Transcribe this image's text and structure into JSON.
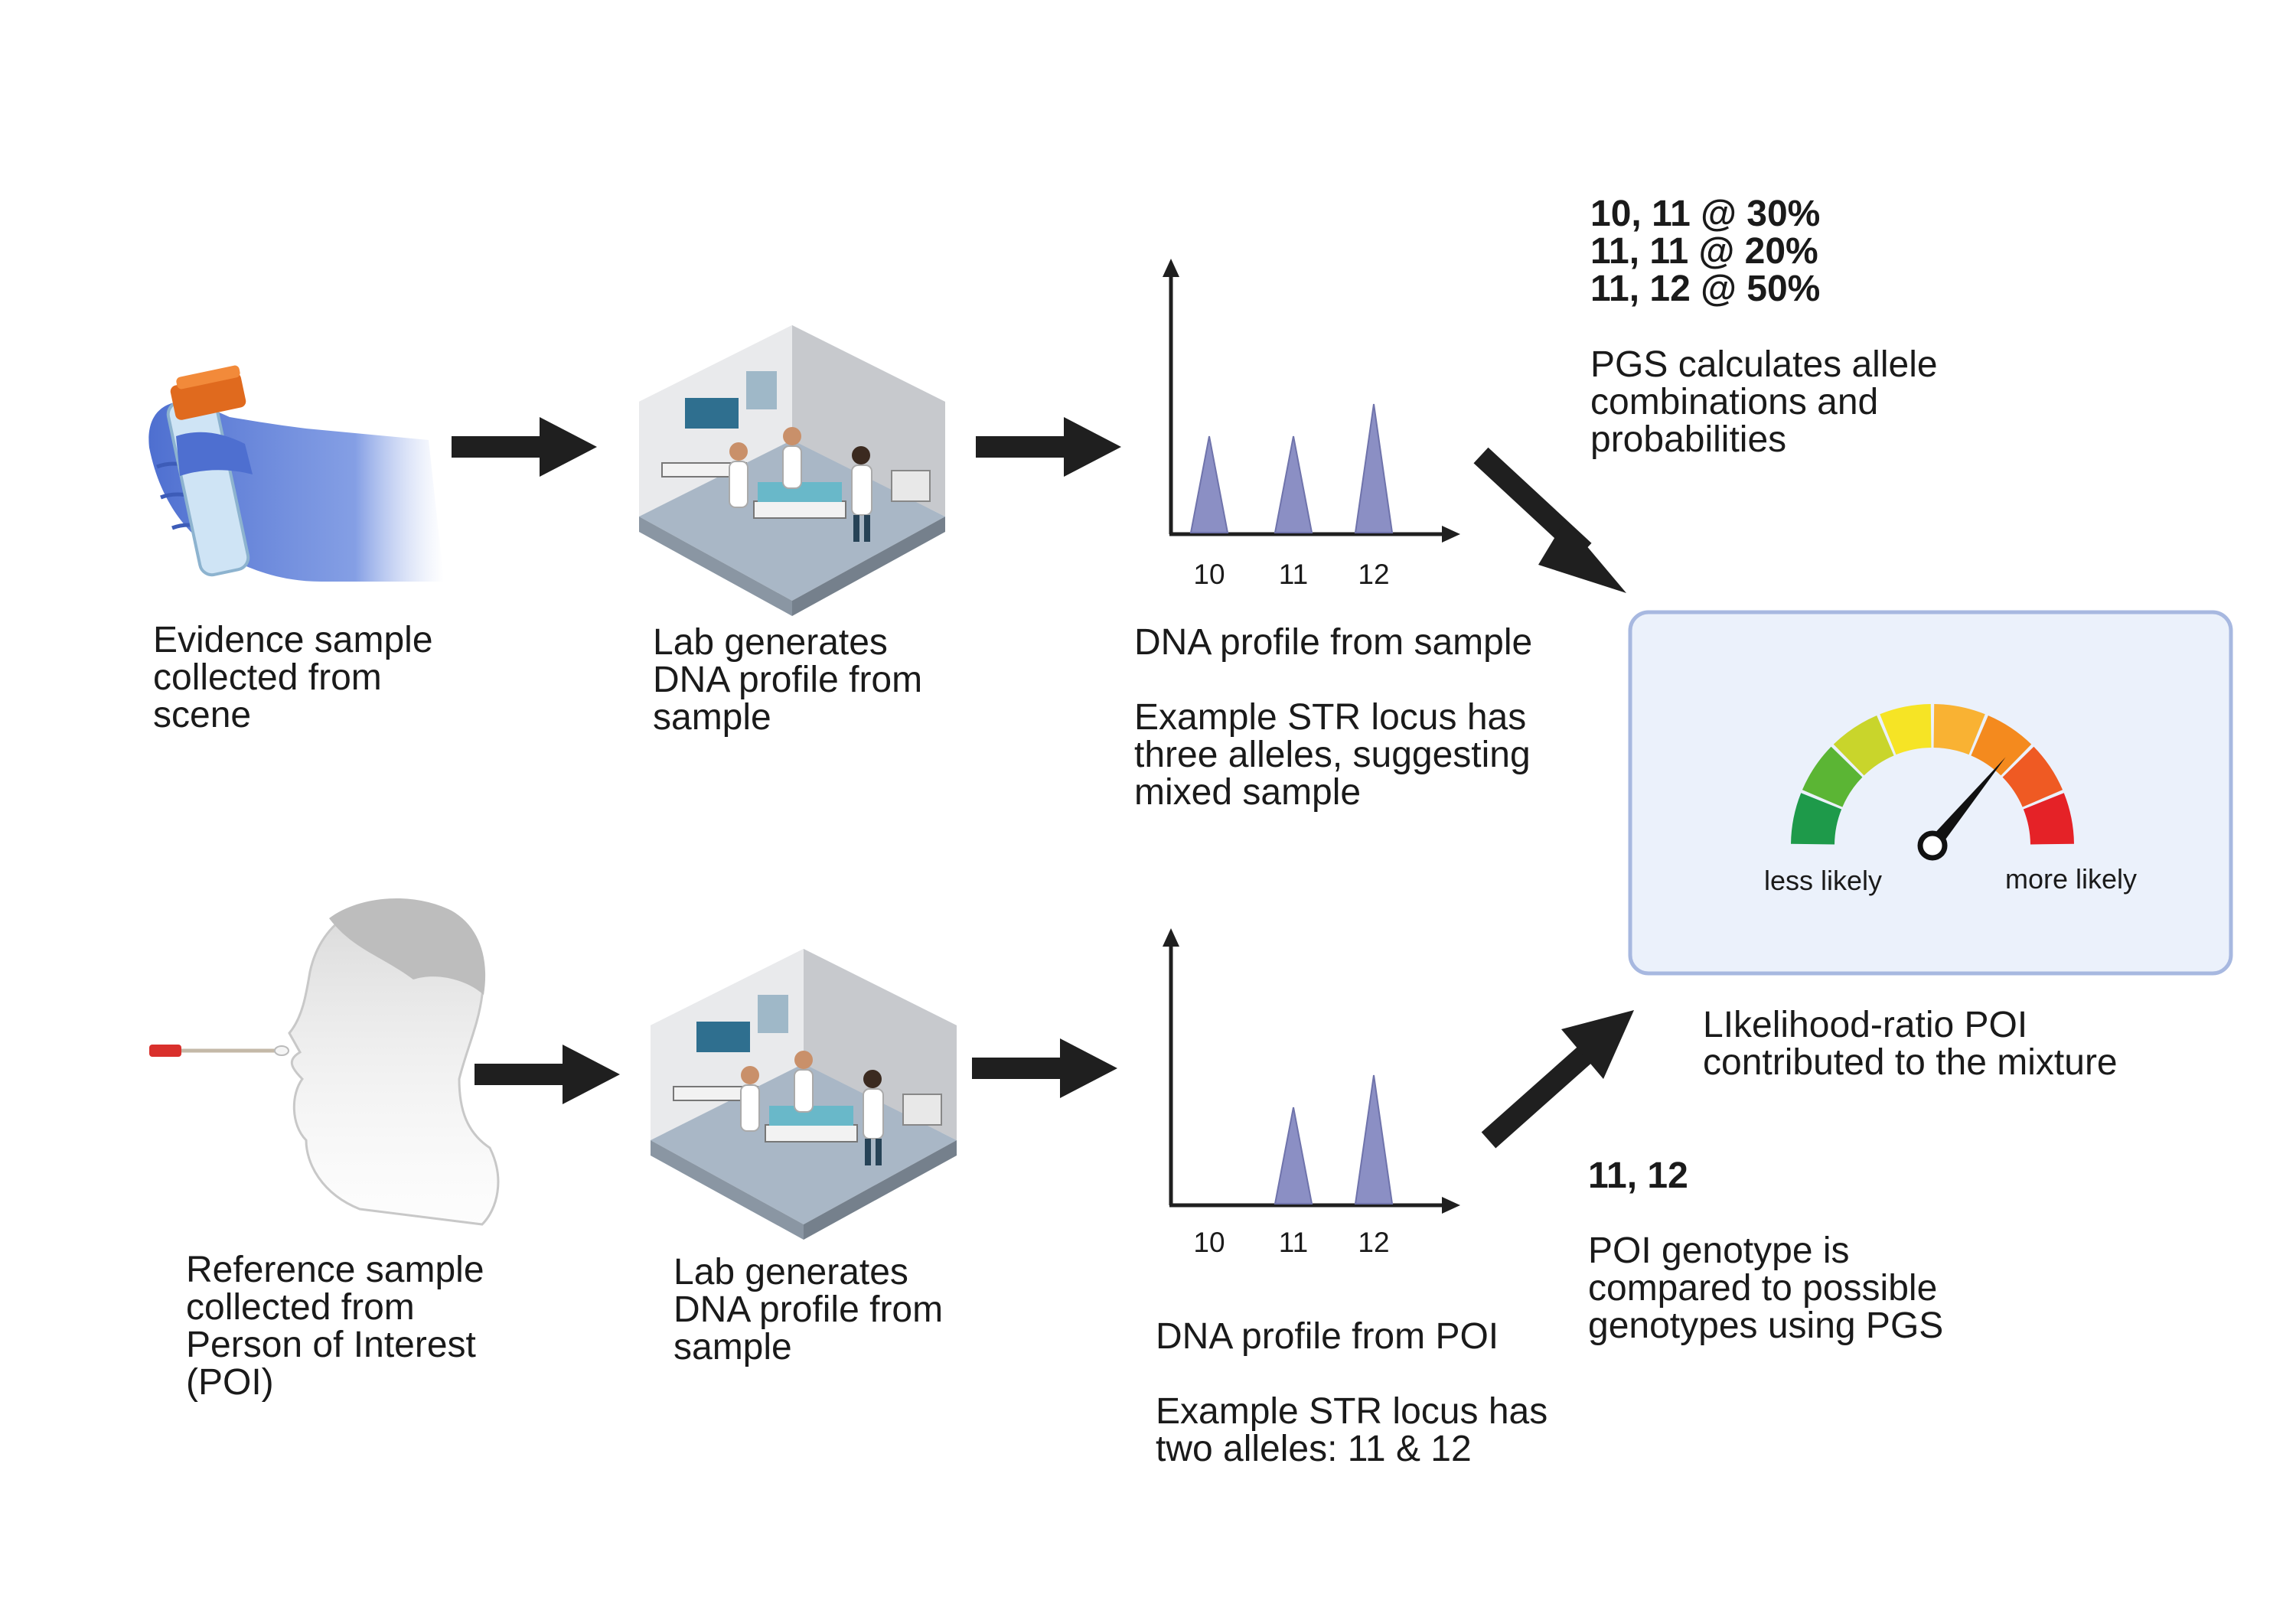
{
  "row1": {
    "step1": "Evidence sample\ncollected from\nscene",
    "step2": "Lab generates\nDNA profile from\nsample",
    "step3_title": "DNA profile from sample",
    "step3_desc": "Example STR locus has\nthree alleles, suggesting\nmixed sample"
  },
  "row2": {
    "step1": "Reference sample\ncollected from\nPerson of Interest\n(POI)",
    "step2": "Lab generates\nDNA profile from\nsample",
    "step3_title": "DNA profile from POI",
    "step3_desc": "Example STR locus has\ntwo alleles: 11 & 12"
  },
  "chart_data": [
    {
      "type": "bar",
      "categories": [
        "10",
        "11",
        "12"
      ],
      "values": [
        3,
        3,
        4
      ],
      "title": "",
      "xlabel": "",
      "ylabel": ""
    },
    {
      "type": "bar",
      "categories": [
        "10",
        "11",
        "12"
      ],
      "values": [
        0,
        3,
        4
      ],
      "title": "",
      "xlabel": "",
      "ylabel": ""
    }
  ],
  "pgs": {
    "combos": "10, 11 @ 30%\n11, 11 @ 20%\n11, 12 @ 50%",
    "desc": "PGS calculates allele\ncombinations and\nprobabilities"
  },
  "poi": {
    "genotype": "11, 12",
    "desc": "POI genotype is\ncompared to possible\ngenotypes using PGS"
  },
  "gauge": {
    "less": "less likely",
    "more": "more likely",
    "level": 0.72,
    "colors": [
      "#1e9a4a",
      "#5bb534",
      "#c9d52b",
      "#f6e425",
      "#f9b233",
      "#f48a1e",
      "#ef5a23",
      "#e52227"
    ]
  },
  "result": {
    "caption": "LIkelihood-ratio POI\ncontributed to the mixture"
  },
  "colors": {
    "peak": "#8b8fc4",
    "peak_stroke": "#6f73ab",
    "arrow": "#1f1f1f",
    "glove": "#5e7fd6",
    "box_fill": "#ebf1fb",
    "box_stroke": "#a7b8e0"
  }
}
